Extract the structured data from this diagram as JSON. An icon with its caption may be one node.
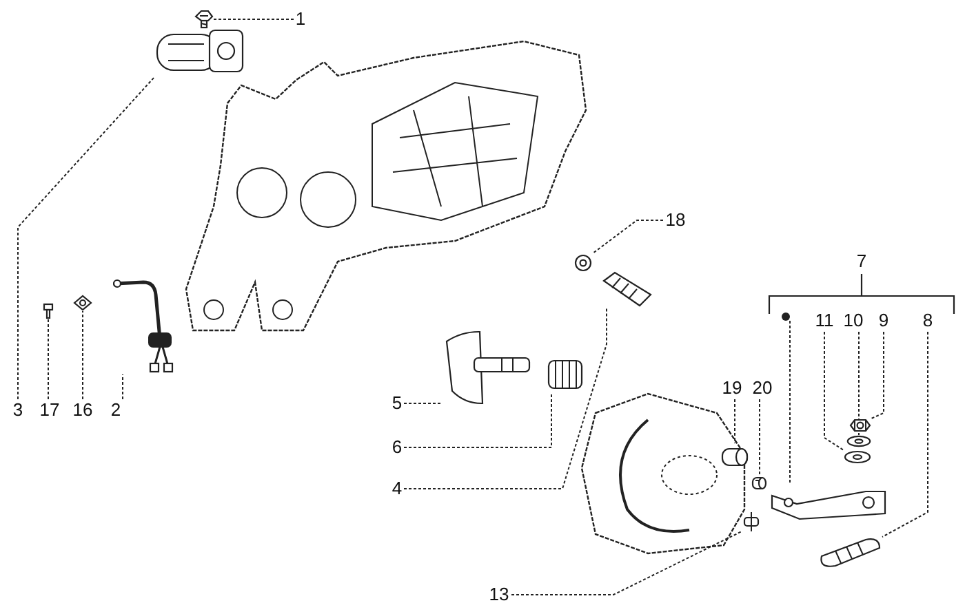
{
  "diagram": {
    "nodes": [
      {
        "text": [
          "1"
        ]
      },
      {
        "text": [
          "18"
        ]
      },
      {
        "text": [],
        "shape": "circle"
      },
      {
        "text": [
          "11"
        ]
      },
      {
        "text": [
          "10"
        ]
      },
      {
        "text": [
          "9"
        ]
      },
      {
        "text": [
          "8"
        ]
      },
      {
        "text": [
          "19"
        ]
      },
      {
        "text": [
          "20"
        ]
      },
      {
        "text": [
          "5"
        ]
      },
      {
        "text": [
          "3"
        ]
      },
      {
        "text": [
          "17"
        ]
      },
      {
        "text": [
          "16"
        ]
      },
      {
        "text": [
          "2"
        ]
      },
      {
        "text": [
          "6"
        ]
      },
      {
        "text": [
          "4"
        ]
      },
      {
        "text": [
          "13"
        ]
      },
      {
        "text": [],
        "shape": "picture"
      },
      {
        "text": [],
        "shape": "picture"
      },
      {
        "text": [],
        "shape": "picture"
      },
      {
        "text": [],
        "shape": "picture"
      },
      {
        "text": [],
        "shape": "picture"
      },
      {
        "text": [],
        "shape": "picture"
      },
      {
        "text": [],
        "shape": "picture"
      },
      {
        "text": [],
        "shape": "picture"
      },
      {
        "text": [],
        "shape": "picture"
      },
      {
        "text": [],
        "shape": "picture"
      },
      {
        "text": [],
        "shape": "picture"
      },
      {
        "text": [],
        "shape": "picture"
      },
      {
        "text": [],
        "shape": "picture"
      },
      {
        "text": [],
        "shape": "picture"
      },
      {
        "text": [],
        "shape": "picture"
      },
      {
        "text": [],
        "shape": "picture"
      },
      {
        "text": [],
        "shape": "picture"
      }
    ],
    "edges": [
      {
        "from": 0,
        "to": 17,
        "arrow": "none"
      },
      {
        "from": 1,
        "to": 19,
        "arrow": "none"
      },
      {
        "from": 2,
        "to": 20,
        "arrow": "none"
      },
      {
        "from": 3,
        "to": 21,
        "arrow": "none"
      },
      {
        "from": 4,
        "to": 22,
        "arrow": "none"
      },
      {
        "from": 5,
        "to": 23,
        "arrow": "none"
      },
      {
        "from": 6,
        "to": 24,
        "arrow": "none"
      },
      {
        "from": 7,
        "to": 25,
        "arrow": "none"
      },
      {
        "from": 8,
        "to": 26,
        "arrow": "none"
      },
      {
        "from": 9,
        "to": 27,
        "arrow": "none"
      },
      {
        "from": 10,
        "to": 18,
        "arrow": "none"
      },
      {
        "from": 11,
        "to": 28,
        "arrow": "none"
      },
      {
        "from": 12,
        "to": 29,
        "arrow": "none"
      },
      {
        "from": 13,
        "to": 30,
        "arrow": "none"
      },
      {
        "from": 14,
        "to": 31,
        "arrow": "none"
      },
      {
        "from": 15,
        "to": 32,
        "arrow": "none"
      },
      {
        "from": 16,
        "to": 33,
        "arrow": "none"
      }
    ],
    "labels": [
      "7"
    ]
  }
}
